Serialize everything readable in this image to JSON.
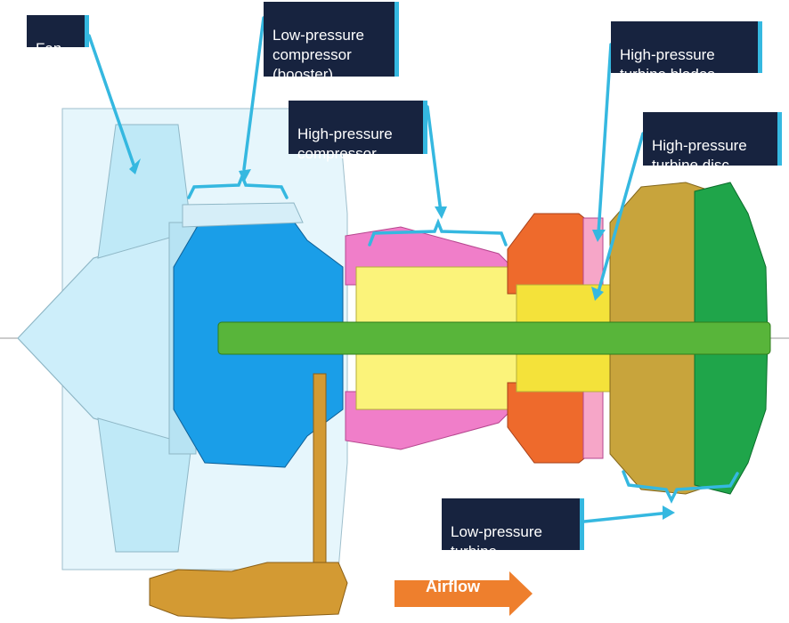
{
  "labels": {
    "fan": "Fan",
    "lpc": "Low-pressure\ncompressor\n(booster)",
    "hpc": "High-pressure\ncompressor",
    "hpt_blades": "High-pressure\nturbine blades",
    "hpt_disc": "High-pressure\nturbine disc",
    "lpt": "Low-pressure\nturbine"
  },
  "airflow_label": "Airflow",
  "colors": {
    "label_bg": "#17233f",
    "label_text": "#ffffff",
    "leader": "#35b8e0",
    "fan": "#bfe9f7",
    "booster": "#1a9ee8",
    "hpc_outer": "#f07ec9",
    "hpc_inner": "#fbf37a",
    "combustor": "#ee6a2c",
    "hpt": "#f4d23a",
    "lpt": "#c8a43c",
    "exhaust": "#1fa54a",
    "shaft": "#58b53a",
    "gearbox": "#d39a33",
    "airflow_arrow": "#ee7f2d"
  }
}
